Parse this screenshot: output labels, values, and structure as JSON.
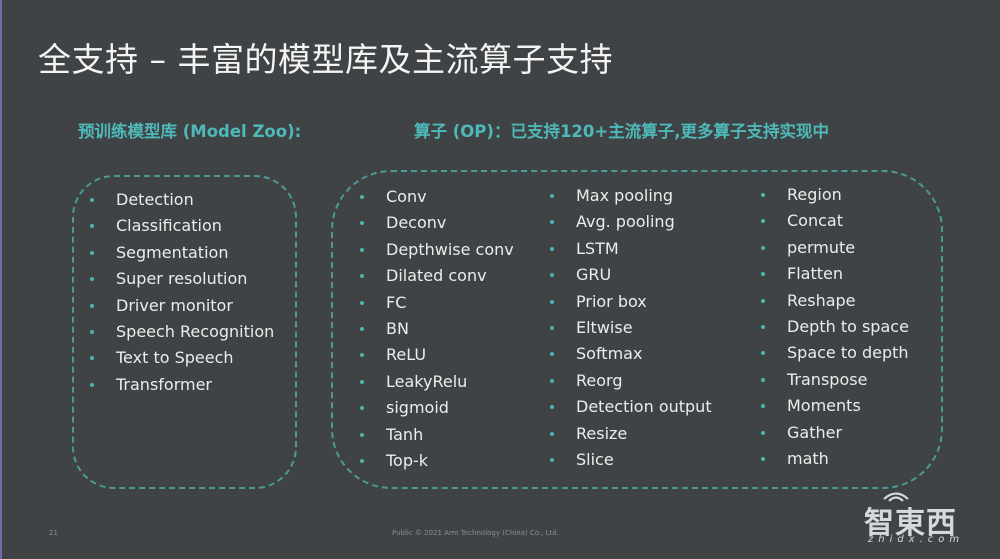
{
  "slide": {
    "title": "全支持 – 丰富的模型库及主流算子支持",
    "accent_color": "#4fb8b8",
    "background_color": "#3f4345"
  },
  "model_zoo": {
    "heading": "预训练模型库 (Model Zoo):",
    "items": [
      "Detection",
      "Classification",
      "Segmentation",
      "Super resolution",
      "Driver monitor",
      "Speech Recognition",
      "Text to Speech",
      "Transformer"
    ]
  },
  "operators": {
    "heading": "算子 (OP)：已支持120+主流算子,更多算子支持实现中",
    "columns": [
      [
        "Conv",
        "Deconv",
        "Depthwise conv",
        "Dilated conv",
        "FC",
        "BN",
        "ReLU",
        "LeakyRelu",
        "sigmoid",
        "Tanh",
        "Top-k"
      ],
      [
        "Max pooling",
        "Avg. pooling",
        "LSTM",
        "GRU",
        "Prior box",
        "Eltwise",
        "Softmax",
        "Reorg",
        "Detection output",
        "Resize",
        "Slice"
      ],
      [
        "Region",
        "Concat",
        "permute",
        "Flatten",
        "Reshape",
        "Depth to space",
        "Space to depth",
        "Transpose",
        "Moments",
        "Gather",
        "math"
      ]
    ]
  },
  "footer": {
    "page_number": "21",
    "copyright": "Public © 2021 Arm Technology (China) Co., Ltd."
  },
  "watermark": {
    "brand": "智東西",
    "domain": "zhidx.com"
  }
}
